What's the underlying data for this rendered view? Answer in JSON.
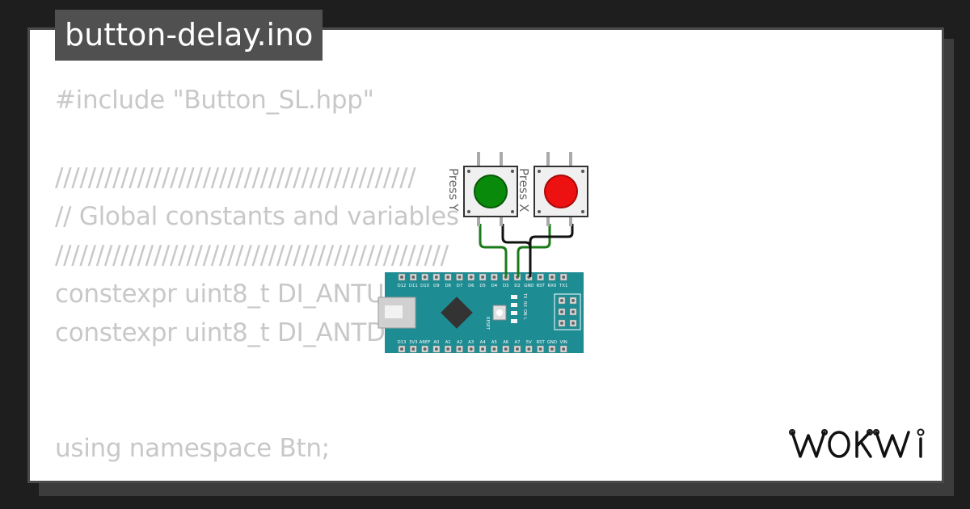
{
  "file": {
    "title": "button-delay.ino"
  },
  "code": {
    "lines": [
      "#include \"Button_SL.hpp\"",
      "",
      "////////////////////////////////////////////",
      "// Global constants and variables",
      "////////////////////////////////////////////////",
      "constexpr uint8_t DI_ANTU",
      "constexpr uint8_t DI_ANTD",
      "",
      "",
      "using namespace Btn;"
    ]
  },
  "circuit": {
    "buttons": [
      {
        "label": "Press Y",
        "color": "#0a8a0a"
      },
      {
        "label": "Press X",
        "color": "#ee1111"
      }
    ],
    "board": {
      "top_pins": [
        "D12",
        "D11",
        "D10",
        "D9",
        "D8",
        "D7",
        "D6",
        "D5",
        "D4",
        "D3",
        "D2",
        "GND",
        "RST",
        "RX0",
        "TX1"
      ],
      "bottom_pins": [
        "D13",
        "3V3",
        "AREF",
        "A0",
        "A1",
        "A2",
        "A3",
        "A4",
        "A5",
        "A6",
        "A7",
        "5V",
        "RST",
        "GND",
        "VIN"
      ],
      "reset_label": "RESET",
      "led_labels": [
        "TX",
        "RX",
        "ON",
        "L"
      ],
      "color": "#1e8c93"
    },
    "wire_colors": {
      "green": "#1a7a1a",
      "black": "#111111"
    }
  },
  "brand": {
    "name": "WOKWI"
  }
}
